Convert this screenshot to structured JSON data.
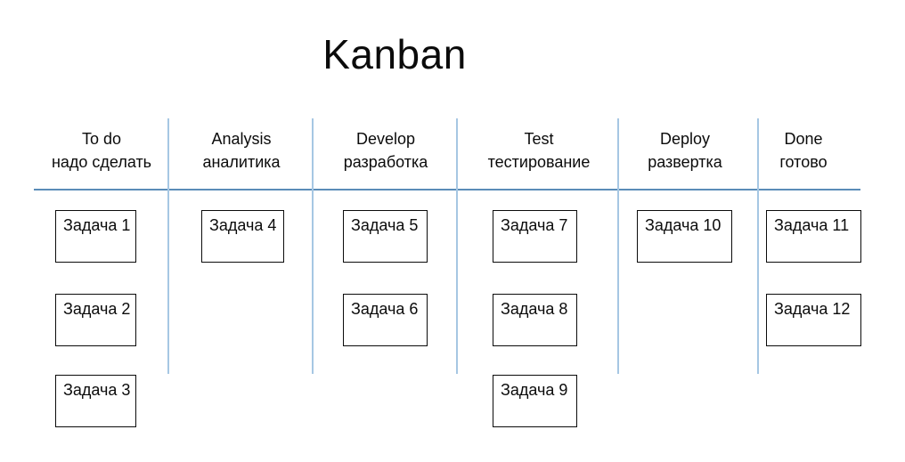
{
  "title": "Kanban",
  "board": {
    "columns": [
      {
        "label_en": "To do",
        "label_ru": "надо сделать",
        "cards": [
          {
            "label": "Задача 1"
          },
          {
            "label": "Задача 2"
          },
          {
            "label": "Задача 3"
          }
        ]
      },
      {
        "label_en": "Analysis",
        "label_ru": "аналитика",
        "cards": [
          {
            "label": "Задача 4"
          }
        ]
      },
      {
        "label_en": "Develop",
        "label_ru": "разработка",
        "cards": [
          {
            "label": "Задача 5"
          },
          {
            "label": "Задача 6"
          }
        ]
      },
      {
        "label_en": "Test",
        "label_ru": "тестирование",
        "cards": [
          {
            "label": "Задача 7"
          },
          {
            "label": "Задача 8"
          },
          {
            "label": "Задача 9"
          }
        ]
      },
      {
        "label_en": "Deploy",
        "label_ru": "развертка",
        "cards": [
          {
            "label": "Задача 10"
          }
        ]
      },
      {
        "label_en": "Done",
        "label_ru": "готово",
        "cards": [
          {
            "label": "Задача 11"
          },
          {
            "label": "Задача 12"
          }
        ]
      }
    ]
  },
  "colors": {
    "vertical_divider": "#A6C7E3",
    "horizontal_divider": "#5A8CB8",
    "card_border": "#0B0B0B",
    "text": "#0B0B0B",
    "background": "#FFFFFF"
  }
}
